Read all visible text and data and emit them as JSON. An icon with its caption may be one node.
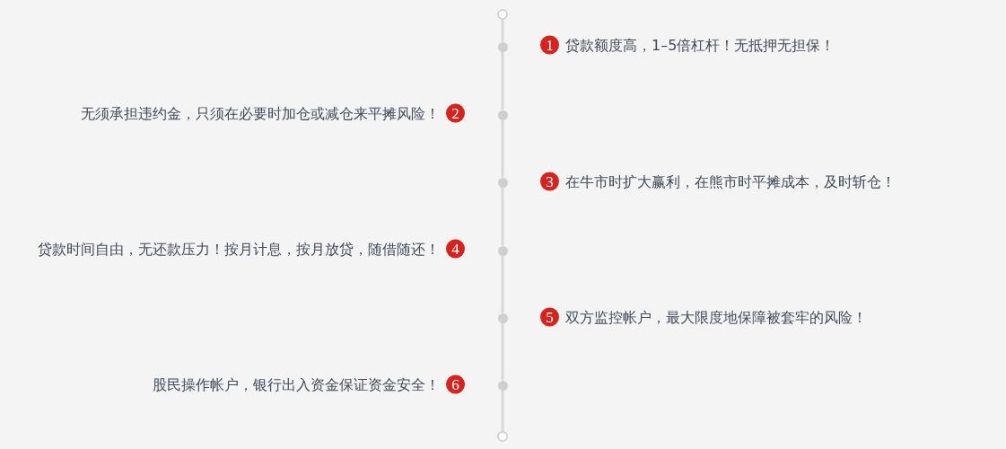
{
  "diagram": {
    "nodes": [
      {
        "text": [
          "1"
        ],
        "beside": [
          "贷款额度高，1–5倍杠杆！无抵押无担保！"
        ]
      },
      {
        "text": [
          "2"
        ],
        "beside": [
          "无须承担违约金，只须在必要时加仓或减仓来平摊风险！"
        ]
      },
      {
        "text": [
          "3"
        ],
        "beside": [
          "在牛市时扩大赢利，在熊市时平摊成本，及时斩仓！"
        ]
      },
      {
        "text": [
          "4"
        ],
        "beside": [
          "贷款时间自由，无还款压力！按月计息，按月放贷，随借随还！"
        ]
      },
      {
        "text": [
          "5"
        ],
        "beside": [
          "双方监控帐户，最大限度地保障被套牢的风险！"
        ]
      },
      {
        "text": [
          "6"
        ],
        "beside": [
          "股民操作帐户，银行出入资金保证资金安全！"
        ]
      },
      {
        "text": [],
        "shape": "circle"
      },
      {
        "text": [],
        "shape": "circle"
      },
      {
        "text": [],
        "shape": "circle"
      },
      {
        "text": [],
        "shape": "circle"
      },
      {
        "text": [],
        "shape": "circle"
      },
      {
        "text": [],
        "shape": "circle"
      },
      {
        "text": [],
        "shape": "circle"
      },
      {
        "text": [],
        "shape": "circle"
      }
    ],
    "edges": [
      {
        "from": 6,
        "to": 7,
        "arrow": "none"
      },
      {
        "from": 7,
        "to": 8,
        "arrow": "none"
      },
      {
        "from": 8,
        "to": 9,
        "arrow": "none"
      },
      {
        "from": 9,
        "to": 10,
        "arrow": "none"
      },
      {
        "from": 10,
        "to": 11,
        "arrow": "none"
      },
      {
        "from": 11,
        "to": 12,
        "arrow": "none"
      },
      {
        "from": 12,
        "to": 13,
        "arrow": "none"
      }
    ]
  }
}
